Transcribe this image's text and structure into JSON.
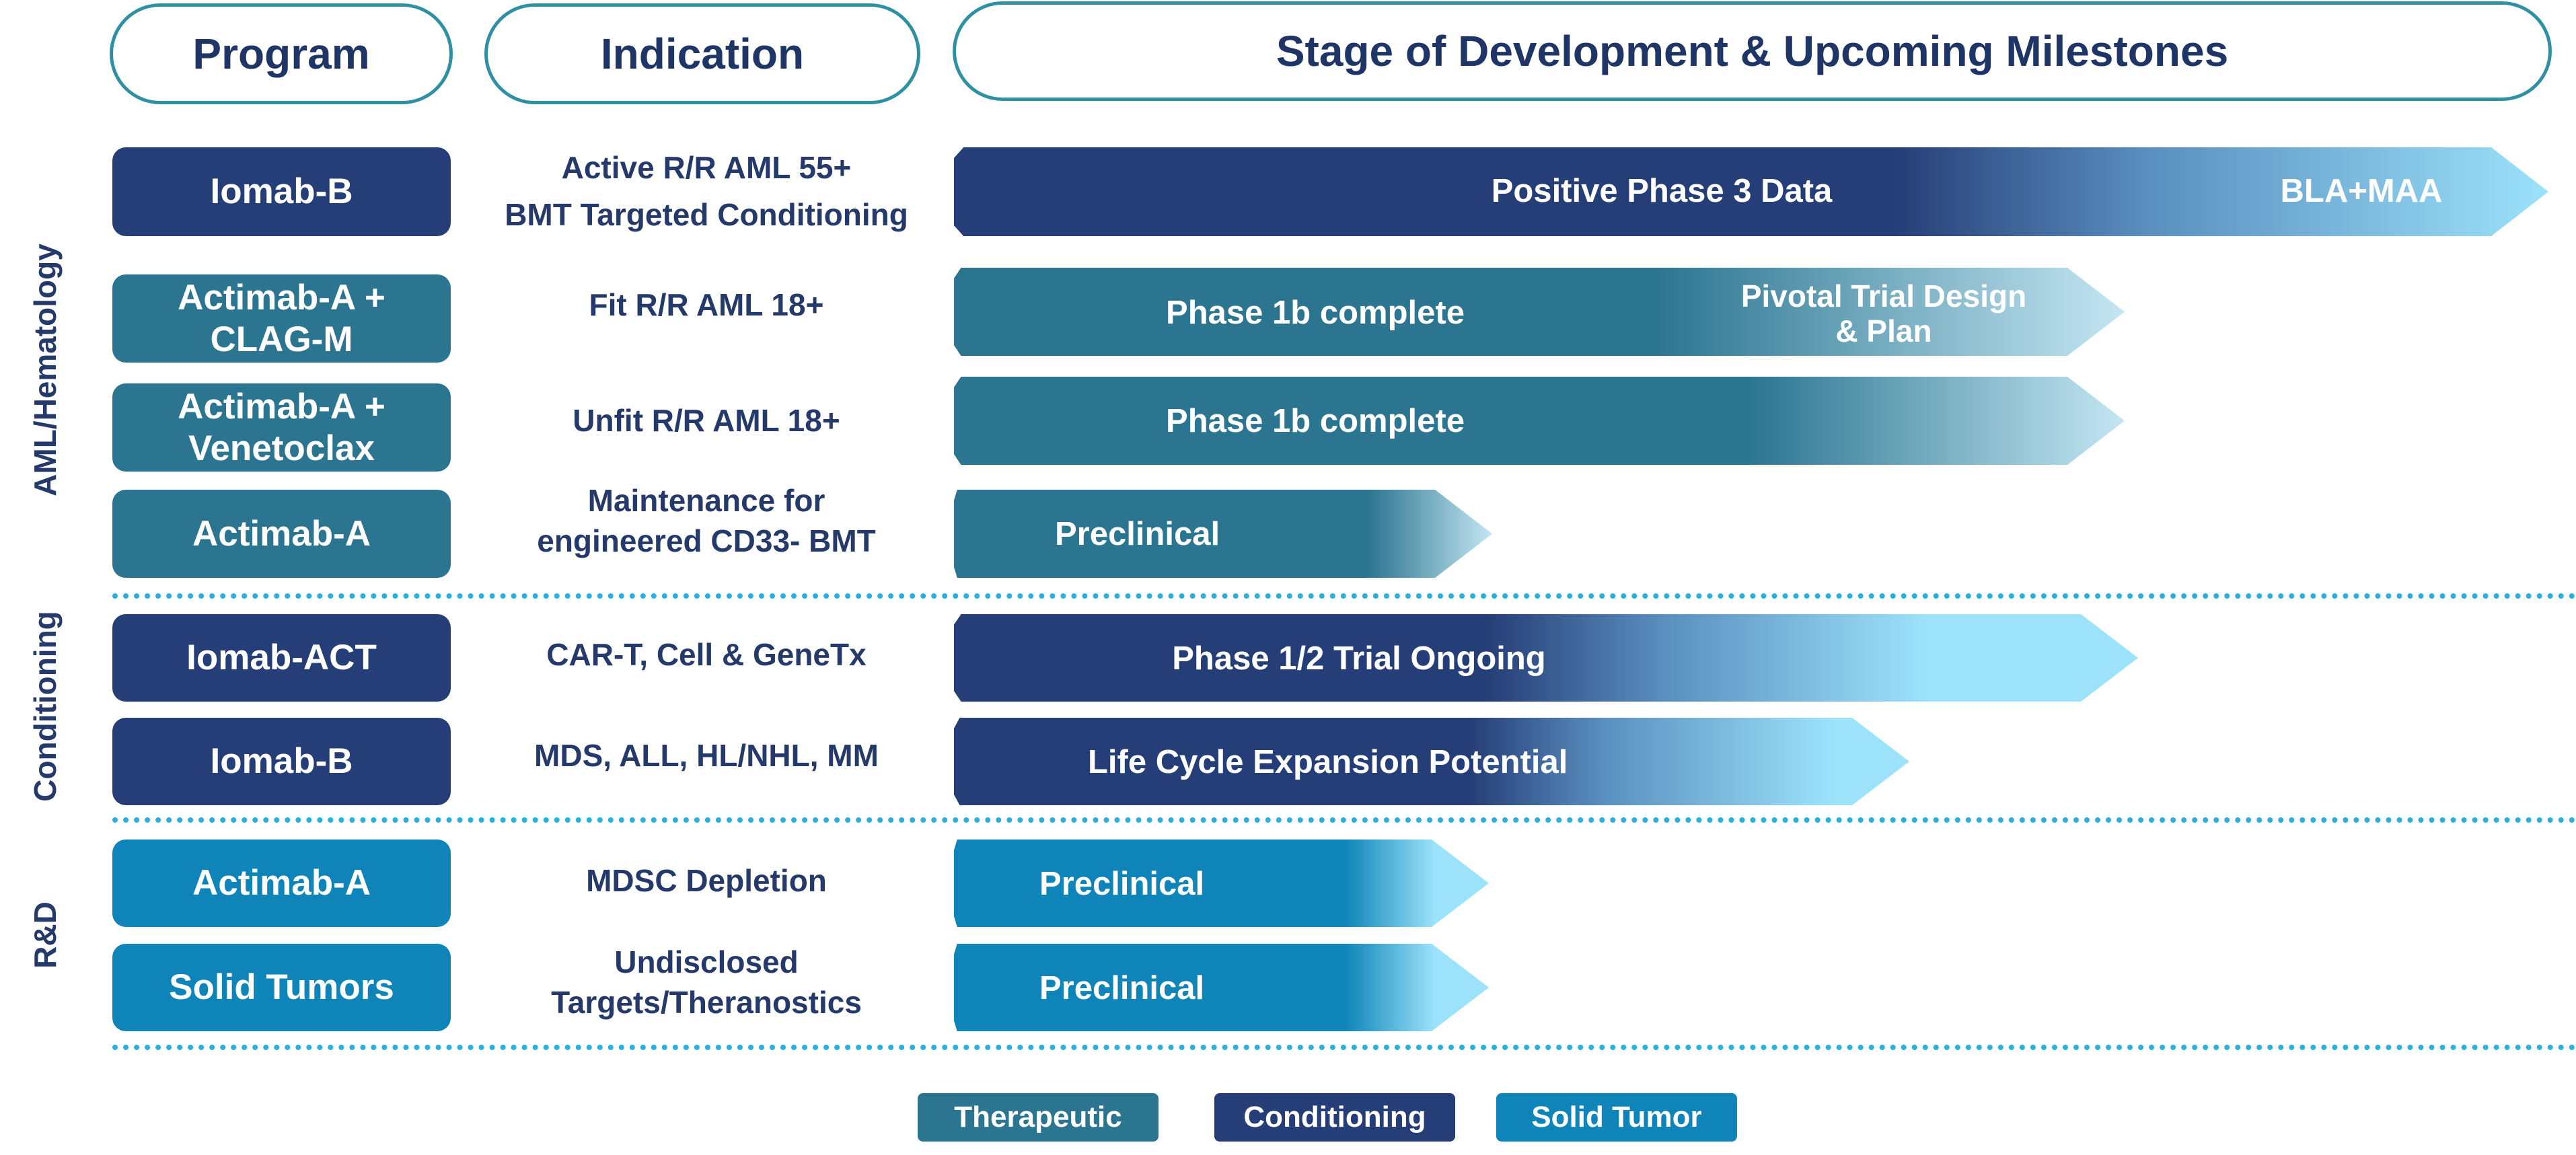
{
  "headers": {
    "program": "Program",
    "indication": "Indication",
    "stage": "Stage of Development & Upcoming Milestones"
  },
  "sections": [
    "AML/Hematology",
    "Conditioning",
    "R&D"
  ],
  "colors": {
    "therapeutic": "#2c7590",
    "conditioning": "#263e77",
    "solid_tumor": "#0e84b8",
    "light_cyan": "#9ce2fa",
    "divider": "#29b0dc",
    "header_border": "#2f8fa3",
    "text_navy": "#253a6a"
  },
  "rows": [
    {
      "program": "Iomab-B",
      "indication": "Active R/R AML 55+\nBMT Targeted Conditioning",
      "stage": "Positive Phase 3 Data",
      "milestone": "BLA+MAA",
      "category": "conditioning"
    },
    {
      "program": "Actimab-A +\nCLAG-M",
      "indication": "Fit R/R AML 18+",
      "stage": "Phase 1b complete",
      "milestone": "Pivotal Trial Design\n& Plan",
      "category": "therapeutic"
    },
    {
      "program": "Actimab-A +\nVenetoclax",
      "indication": "Unfit R/R AML 18+",
      "stage": "Phase 1b complete",
      "milestone": "",
      "category": "therapeutic"
    },
    {
      "program": "Actimab-A",
      "indication": "Maintenance for\nengineered CD33- BMT",
      "stage": "Preclinical",
      "milestone": "",
      "category": "therapeutic"
    },
    {
      "program": "Iomab-ACT",
      "indication": "CAR-T, Cell & GeneTx",
      "stage": "Phase 1/2 Trial Ongoing",
      "milestone": "",
      "category": "conditioning"
    },
    {
      "program": "Iomab-B",
      "indication": "MDS, ALL, HL/NHL, MM",
      "stage": "Life Cycle Expansion Potential",
      "milestone": "",
      "category": "conditioning"
    },
    {
      "program": "Actimab-A",
      "indication": "MDSC Depletion",
      "stage": "Preclinical",
      "milestone": "",
      "category": "solid_tumor"
    },
    {
      "program": "Solid Tumors",
      "indication": "Undisclosed\nTargets/Theranostics",
      "stage": "Preclinical",
      "milestone": "",
      "category": "solid_tumor"
    }
  ],
  "legend": [
    "Therapeutic",
    "Conditioning",
    "Solid Tumor"
  ]
}
